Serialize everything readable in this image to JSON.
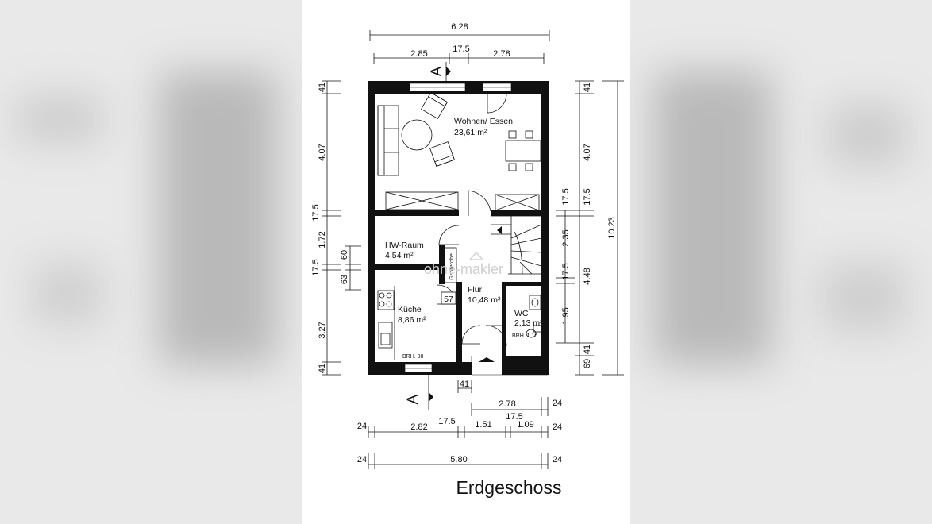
{
  "plan": {
    "title": "Erdgeschoss",
    "watermark": "ohne-makler",
    "section_marker": "A",
    "rooms": [
      {
        "name": "Wohnen/ Essen",
        "area": "23,61 m²"
      },
      {
        "name": "HW-Raum",
        "area": "4,54 m²"
      },
      {
        "name": "Küche",
        "area": "8,86 m²"
      },
      {
        "name": "Flur",
        "area": "10,48 m²"
      },
      {
        "name": "WC",
        "area": "2,13 m²"
      }
    ],
    "labels": {
      "garderobe": "Garderobe",
      "brh_kitchen": "BRH. 98",
      "brh_wc": "BRH. 1.16",
      "stair_count": "57",
      "dots": ". ."
    },
    "dims_top": {
      "total": "6.28",
      "left": "2.85",
      "middle": "17.5",
      "right": "2.78"
    },
    "dims_left": {
      "d1": "41",
      "d2": "4.07",
      "d3": "17.5",
      "d4": "1.72",
      "d5": "17.5",
      "d6": "3.27",
      "d7": "41",
      "d8": "60",
      "d9": "63"
    },
    "dims_right": {
      "d1": "41",
      "d2": "4.07",
      "d3": "17.5",
      "d4": "17.5",
      "d5": "2.35",
      "d6": "17.5",
      "d7": "1.95",
      "d8": "41",
      "d9": "69",
      "d10": "4.48",
      "d11": "10.23"
    },
    "dims_bottom": {
      "d41": "41",
      "d278": "2.78",
      "d24a": "24",
      "d175a": "17.5",
      "d24b": "24",
      "d282": "2.82",
      "d175b": "17.5",
      "d151": "1.51",
      "d109": "1.09",
      "d24c": "24",
      "d24d": "24",
      "d580": "5.80",
      "d24e": "24"
    }
  }
}
